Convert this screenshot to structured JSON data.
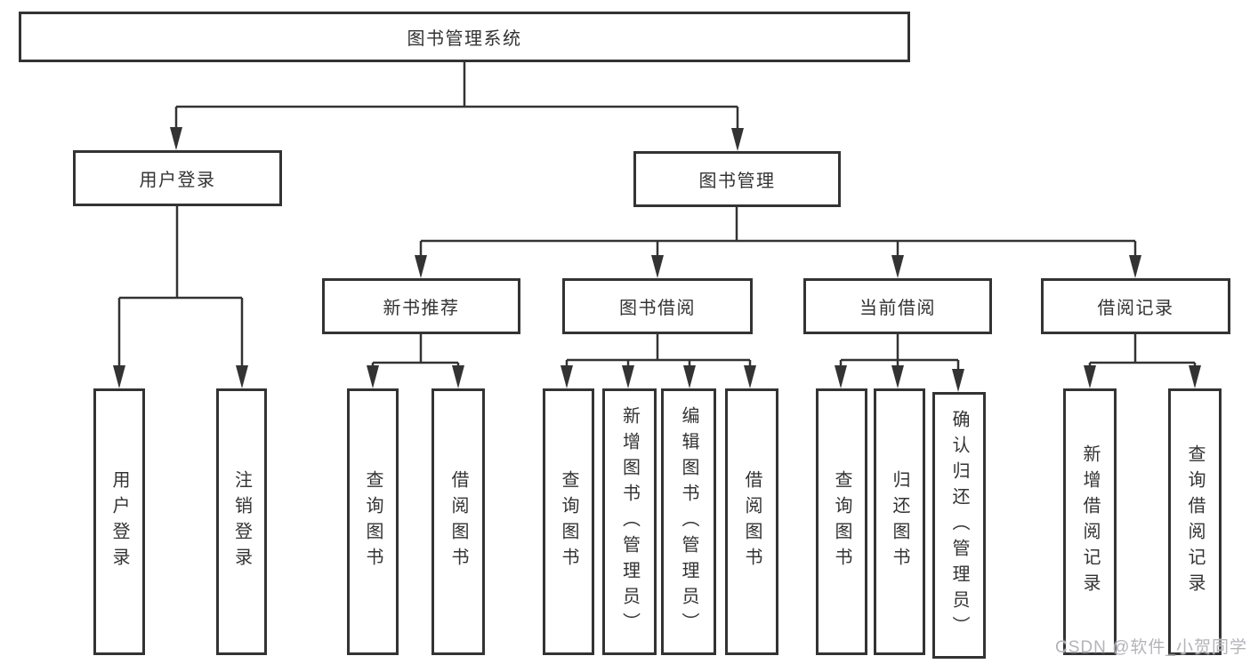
{
  "diagram": {
    "root": {
      "label": "图书管理系统"
    },
    "level2": [
      {
        "label": "用户登录"
      },
      {
        "label": "图书管理"
      }
    ],
    "level3": [
      {
        "label": "新书推荐"
      },
      {
        "label": "图书借阅"
      },
      {
        "label": "当前借阅"
      },
      {
        "label": "借阅记录"
      }
    ],
    "leaves": {
      "login": [
        {
          "label": "用户登录"
        },
        {
          "label": "注销登录"
        }
      ],
      "newbook": [
        {
          "label": "查询图书"
        },
        {
          "label": "借阅图书"
        }
      ],
      "borrow": [
        {
          "label": "查询图书"
        },
        {
          "label": "新增图书（管理员）"
        },
        {
          "label": "编辑图书（管理员）"
        },
        {
          "label": "借阅图书"
        }
      ],
      "current": [
        {
          "label": "查询图书"
        },
        {
          "label": "归还图书"
        },
        {
          "label": "确认归还（管理员）"
        }
      ],
      "records": [
        {
          "label": "新增借阅记录"
        },
        {
          "label": "查询借阅记录"
        }
      ]
    },
    "watermark": "CSDN @软件_小贺同学",
    "colors": {
      "line": "#333333",
      "text": "#333333",
      "watermark": "#b3b3ba",
      "background": "#ffffff"
    }
  }
}
